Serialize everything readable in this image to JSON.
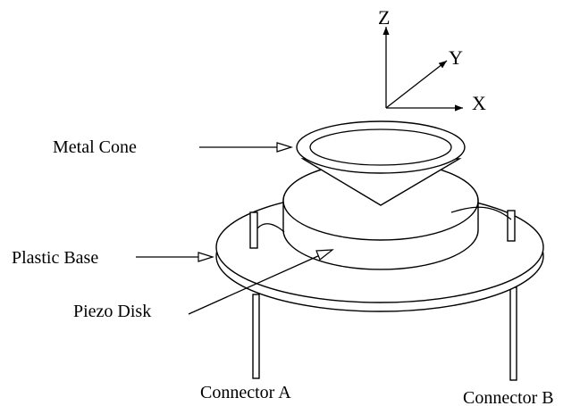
{
  "axes": {
    "z_label": "Z",
    "y_label": "Y",
    "x_label": "X"
  },
  "labels": {
    "metal_cone": "Metal Cone",
    "plastic_base": "Plastic Base",
    "piezo_disk": "Piezo Disk",
    "connector_a": "Connector A",
    "connector_b": "Connector B"
  },
  "colors": {
    "line": "#000000",
    "background": "#ffffff"
  }
}
